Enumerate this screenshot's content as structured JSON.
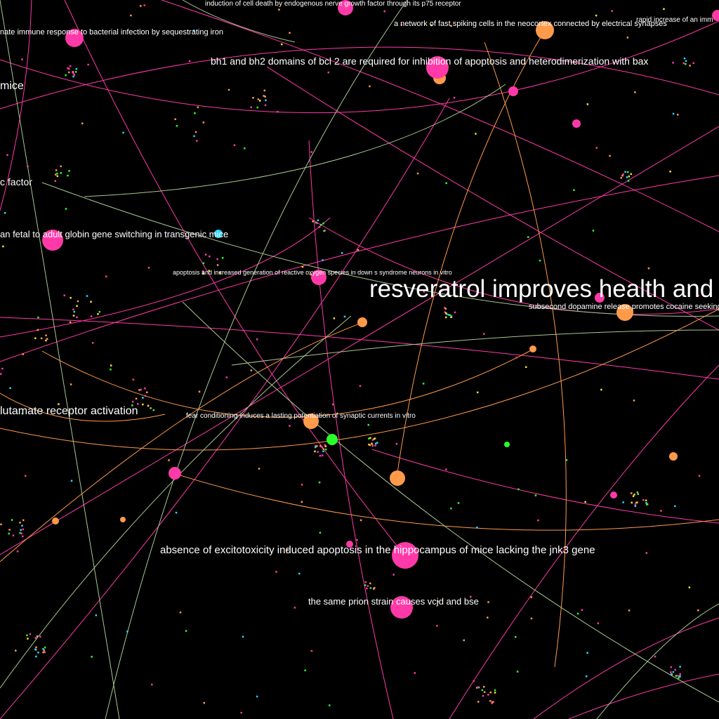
{
  "colors": {
    "background": "#000000",
    "pink": "#ff3aa8",
    "orange": "#ff9a4a",
    "green": "#2aff2a",
    "cyan": "#2ad6ff",
    "yellow": "#ffe02a",
    "label": "#ffffff",
    "pale_green_line": "#a8c890"
  },
  "labels": {
    "cell_death_ngf": "induction of cell death by endogenous nerve growth factor through its p75 receptor",
    "rapid_increase": "rapid increase of an imm",
    "innate_immune": "nate immune response to bacterial infection by sequestrating iron",
    "fast_spiking": "a network of fast spiking cells in the neocortex connected by electrical synapses",
    "bh1_bh2": "bh1 and bh2 domains of bcl 2 are required for inhibition of apoptosis and heterodimerization with bax",
    "mice": "mice",
    "factor": "c factor",
    "globin": "an fetal to adult globin gene switching in transgenic mice",
    "down_syndrome": "apoptosis and increased generation of reactive oxygen species in down s syndrome neurons in vitro",
    "resveratrol": "resveratrol improves health and",
    "dopamine": "subsecond dopamine release promotes cocaine seeking",
    "glutamate": "lutamate receptor activation",
    "fear_conditioning": "fear conditioning induces a lasting potentiation of synaptic currents in vitro",
    "jnk3": "absence of excitotoxicity induced apoptosis in the hippocampus of mice lacking the jnk3 gene",
    "prion": "the same prion strain causes vcjd and bse"
  }
}
